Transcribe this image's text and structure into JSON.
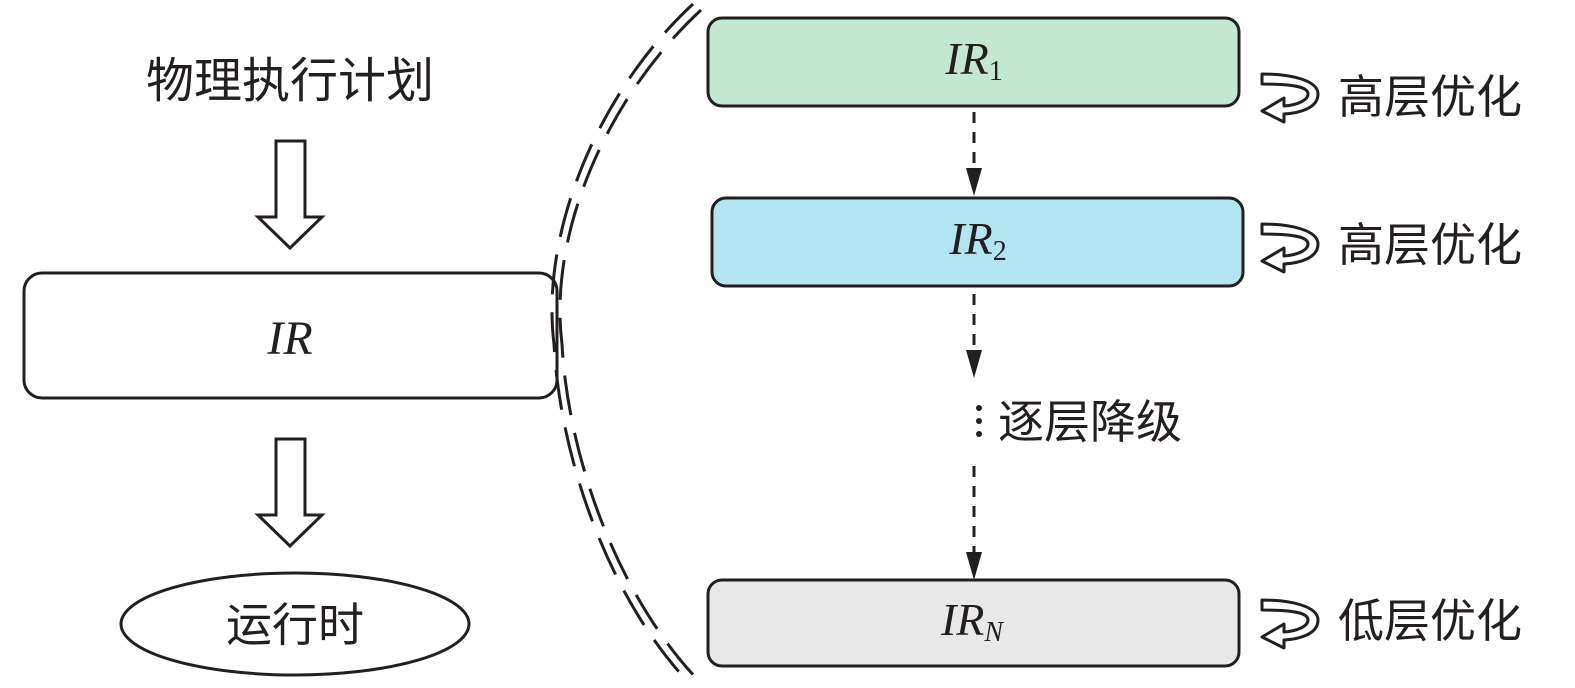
{
  "left_flow": {
    "input_label": "物理执行计划",
    "ir_box_label": "IR",
    "runtime_label": "运行时"
  },
  "right_flow": {
    "levels": [
      {
        "main": "IR",
        "sub": "1",
        "sub_italic": false,
        "fill": "#c2e8d1",
        "opt_label": "高层优化"
      },
      {
        "main": "IR",
        "sub": "2",
        "sub_italic": false,
        "fill": "#b3e4f2",
        "opt_label": "高层优化"
      },
      {
        "main": "IR",
        "sub": "N",
        "sub_italic": true,
        "fill": "#e8e8e8",
        "opt_label": "低层优化"
      }
    ],
    "lowering_label": "逐层降级"
  },
  "colors": {
    "stroke": "#231f20",
    "background": "#ffffff"
  }
}
